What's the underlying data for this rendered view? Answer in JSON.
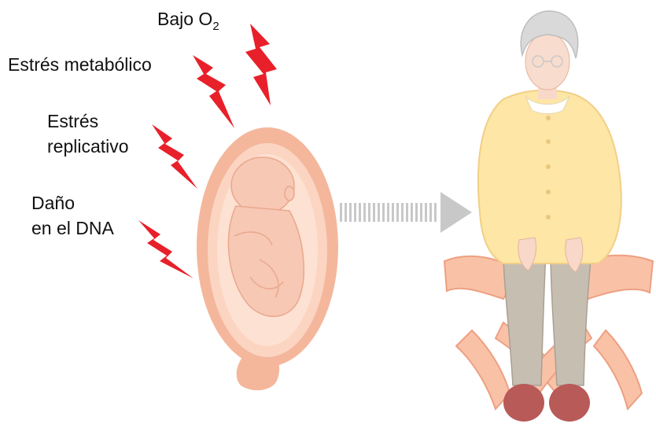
{
  "labels": {
    "low_o2": "Bajo O",
    "low_o2_sub": "2",
    "metabolic_stress": "Estrés metabólico",
    "replicative_stress_line1": "Estrés",
    "replicative_stress_line2": "replicativo",
    "dna_damage_line1": "Daño",
    "dna_damage_line2": "en el DNA"
  },
  "colors": {
    "lightning": "#e8202a",
    "womb_outer": "#f4b79c",
    "womb_inner": "#fcdccb",
    "fetus": "#f7c8b3",
    "arrow": "#c8c8c8",
    "sweater": "#fde6a6",
    "pants": "#c7beb2",
    "chair": "#f9c2a7",
    "shoes": "#b85a58",
    "hair": "#d9d9d9"
  },
  "icons": [
    "lightning-bolt-icon",
    "womb-fetus-icon",
    "dotted-arrow-icon",
    "elderly-woman-icon"
  ]
}
